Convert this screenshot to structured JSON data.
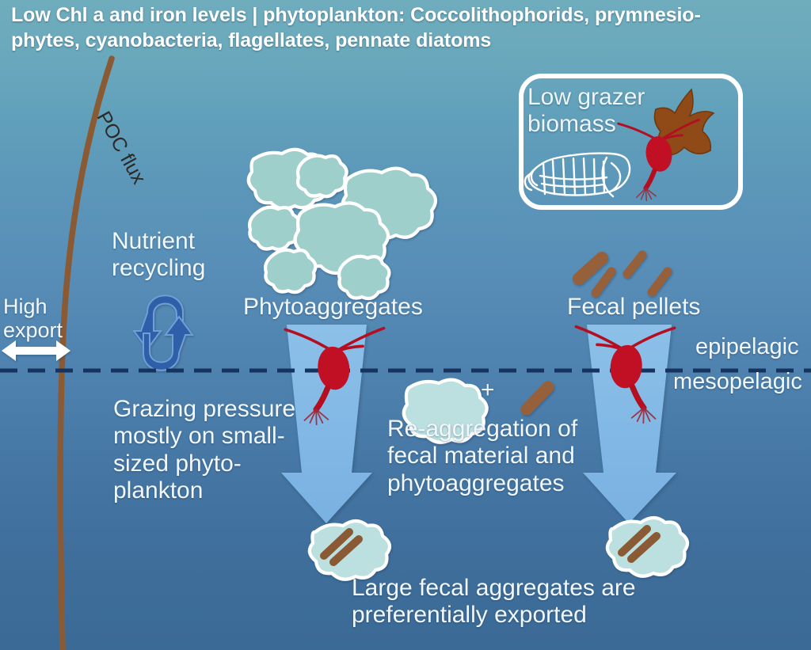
{
  "title": "Low Chl a and iron levels | phytoplankton: Coccolithophorids, prymnesio-\nphytes, cyanobacteria, flagellates, pennate diatoms",
  "labels": {
    "poc_flux": "POC flux",
    "high_export": "High\nexport",
    "nutrient_recycling": "Nutrient\nrecycling",
    "phytoaggregates": "Phytoaggregates",
    "fecal_pellets": "Fecal pellets",
    "epipelagic": "epipelagic",
    "mesopelagic": "mesopelagic",
    "grazing_pressure": "Grazing pressure\nmostly on small-\nsized phyto-\nplankton",
    "reaggregation": "Re-aggregation of\nfecal material and\nphytoaggregates",
    "plus": "+",
    "bottom_caption": "Large fecal aggregates are\npreferentially exported"
  },
  "inset": {
    "label": "Low grazer\nbiomass",
    "items": [
      "salp-outline",
      "copepod",
      "amoeboid-grazer"
    ]
  },
  "icons": [
    "poc-flux-curve-icon",
    "export-double-arrow-icon",
    "nutrient-recycling-cycle-icon",
    "phytoaggregate-blob-icon",
    "fecal-pellet-icon",
    "copepod-icon",
    "sinking-funnel-arrow-icon",
    "fecal-aggregate-icon",
    "depth-divider-dashed-line-icon",
    "salp-outline-icon",
    "amoeboid-grazer-icon"
  ],
  "colors": {
    "ocean_top": "#6fadbd",
    "ocean_bottom": "#3a6a95",
    "poc_brown": "#8a5a34",
    "pellet_brown": "#96613a",
    "aggregate_fill": "#9fcfcb",
    "aggregate_stroke": "#ffffff",
    "copepod_red": "#c10f23",
    "funnel_blue": "#7fb6e4",
    "recycle_blue": "#2f5fa8",
    "divider_navy": "#16325e",
    "text_white": "#f2f7fa",
    "amoeba_brown": "#8f4a18"
  },
  "chart_data": {
    "type": "diagram",
    "title": "Low Chl a / low iron ocean carbon export schematic",
    "zones": [
      {
        "name": "epipelagic",
        "position": "above dashed divider"
      },
      {
        "name": "mesopelagic",
        "position": "below dashed divider"
      }
    ],
    "elements": [
      {
        "name": "POC flux curve",
        "count": 1,
        "color": "#8a5a34"
      },
      {
        "name": "phytoaggregates",
        "count": 7,
        "color": "#9fcfcb"
      },
      {
        "name": "fecal pellets",
        "count": 4,
        "color": "#96613a"
      },
      {
        "name": "copepods on sinking arrows",
        "count": 2,
        "color": "#c10f23"
      },
      {
        "name": "sinking funnel arrows",
        "count": 2,
        "color": "#7fb6e4"
      },
      {
        "name": "large fecal aggregates",
        "count": 2,
        "color": "#bcdfe0"
      },
      {
        "name": "nutrient recycling arrows",
        "count": 2,
        "color": "#2f5fa8"
      }
    ]
  }
}
